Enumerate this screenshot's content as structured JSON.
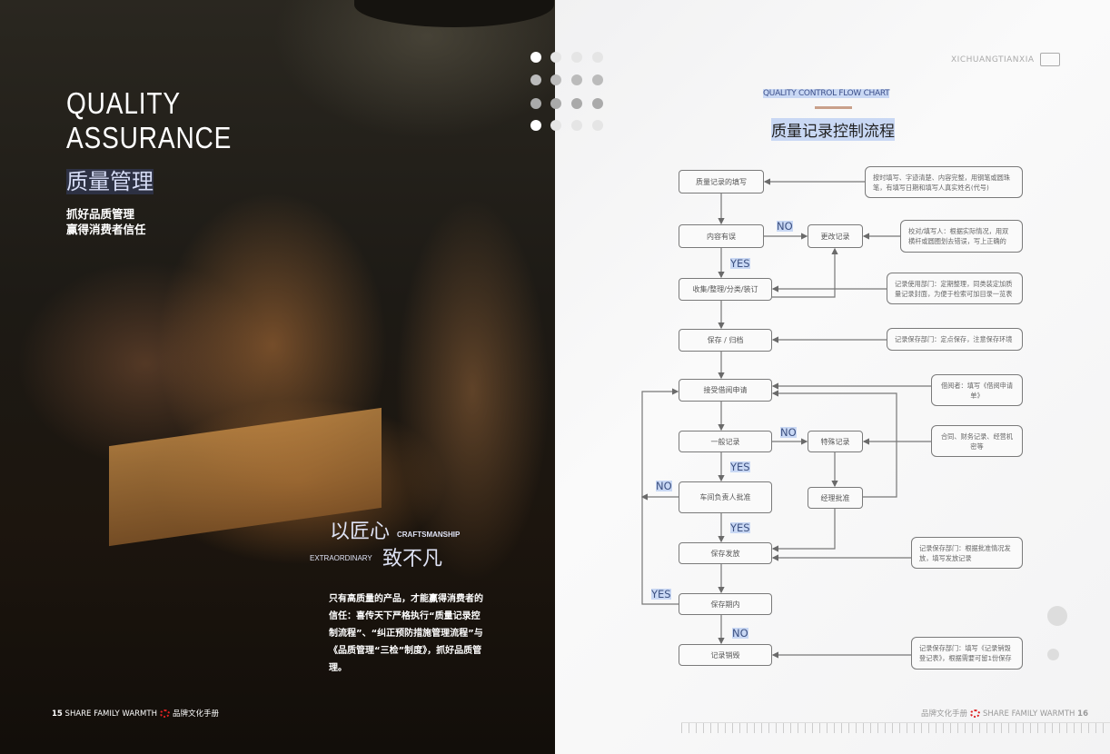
{
  "left_page": {
    "title_en": [
      "QUALITY",
      "ASSURANCE"
    ],
    "title_cn": "质量管理",
    "subtitle": [
      "抓好品质管理",
      "赢得消费者信任"
    ],
    "craft": {
      "big1": "以匠心",
      "big2": "致不凡",
      "en1": "CRAFTSMANSHIP",
      "en2": "EXTRAORDINARY"
    },
    "paragraph": "只有高质量的产品，才能赢得消费者的信任：喜传天下严格执行“质量记录控制流程”、“纠正预防措施管理流程”与《品质管理“三检”制度》，抓好品质管理。",
    "footer": {
      "page": "15",
      "text": "SHARE FAMILY WARMTH",
      "cn": "品牌文化手册"
    }
  },
  "right_page": {
    "brand": "XICHUANGTIANXIA",
    "eyebrow": "QUALITY CONTROL FLOW CHART",
    "title": "质量记录控制流程",
    "nodes": [
      "质量记录的填写",
      "内容有误",
      "更改记录",
      "收集/整理/分类/装订",
      "保存 / 归档",
      "接受借阅申请",
      "一般记录",
      "特殊记录",
      "车间负责人批准",
      "经理批准",
      "保存发放",
      "保存期内",
      "记录销毁"
    ],
    "notes": [
      "按时填写、字迹清楚、内容完整，用钢笔或圆珠笔，有填写日期和填写人真实姓名(代号)",
      "校对/填写人：根据实际情况，用双横杆或圆圈划去错误，写上正确的",
      "记录使用部门：定期整理，同类装定加质量记录封面，为便于检索可加目录一览表",
      "记录保存部门：定点保存，注意保存环境",
      "借阅者：填写《借阅申请单》",
      "合同、财务记录、经营机密等",
      "记录保存部门：根据批准情况发放，填写发放记录",
      "记录保存部门：填写《记录销毁登记表》，根据需要可留1份保存"
    ],
    "labels": [
      "NO",
      "YES",
      "NO",
      "YES",
      "NO",
      "YES",
      "YES",
      "NO"
    ],
    "footer": {
      "page": "16",
      "text": "SHARE FAMILY WARMTH",
      "cn": "品牌文化手册"
    }
  },
  "colors": {
    "highlight": "#c9d8f4",
    "accent_line": "#c9a08a",
    "brand_red": "#dd2222"
  }
}
